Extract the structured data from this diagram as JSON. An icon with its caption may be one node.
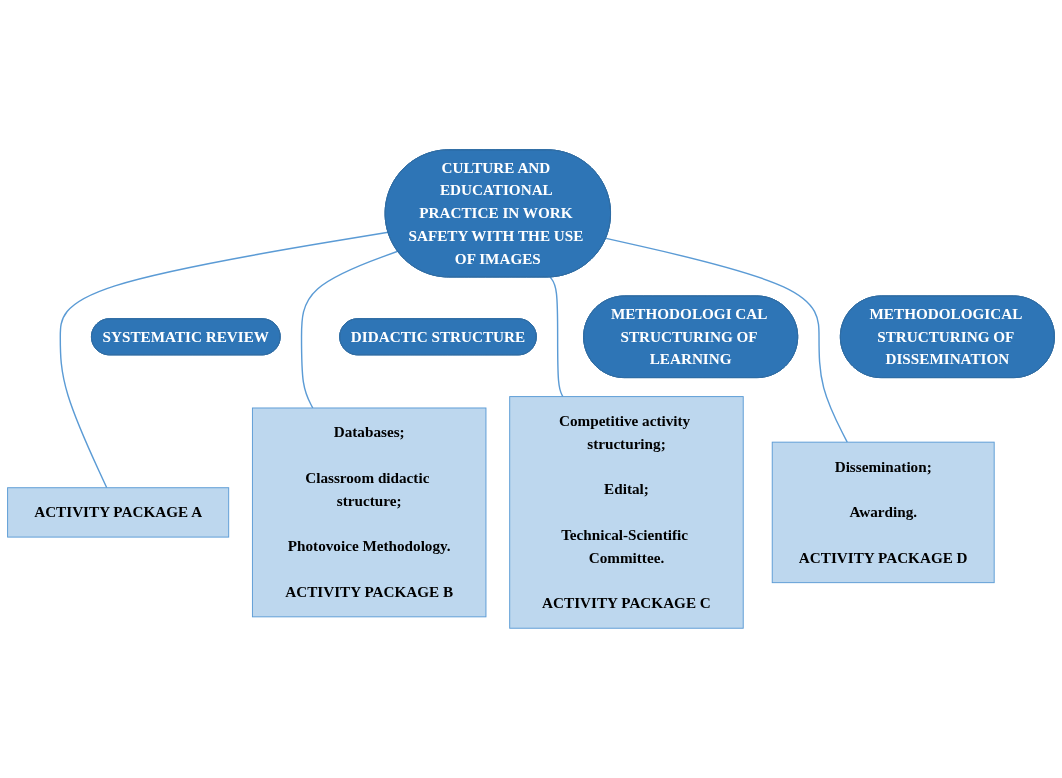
{
  "diagram": {
    "nodes": [
      {
        "text": [
          "CULTURE AND EDUCATIONAL PRACTICE IN WORK SAFETY WITH THE USE OF IMAGES"
        ]
      },
      {
        "text": [
          "ACTIVITY PACKAGE A"
        ]
      },
      {
        "text": [
          "SYSTEMATIC REVIEW"
        ]
      },
      {
        "text": [
          "Databases;",
          "Classroom didactic structure;",
          "Photovoice Methodology.",
          "ACTIVITY PACKAGE B"
        ]
      },
      {
        "text": [
          "DIDACTIC STRUCTURE"
        ]
      },
      {
        "text": [
          "Competitive activity structuring;",
          "Edital;",
          "Technical-Scientific Committee.",
          "ACTIVITY PACKAGE C"
        ]
      },
      {
        "text": [
          "METHODOLOGI CAL STRUCTURING OF LEARNING"
        ]
      },
      {
        "text": [
          "Dissemination;",
          "Awarding.",
          "ACTIVITY PACKAGE D"
        ]
      },
      {
        "text": [
          "METHODOLOGICAL STRUCTURING OF DISSEMINATION"
        ]
      }
    ],
    "edges": [
      {
        "from": 0,
        "to": 1,
        "arrow": "none"
      },
      {
        "from": 0,
        "to": 3,
        "arrow": "none"
      },
      {
        "from": 0,
        "to": 5,
        "arrow": "none"
      },
      {
        "from": 0,
        "to": 7,
        "arrow": "none"
      }
    ]
  }
}
